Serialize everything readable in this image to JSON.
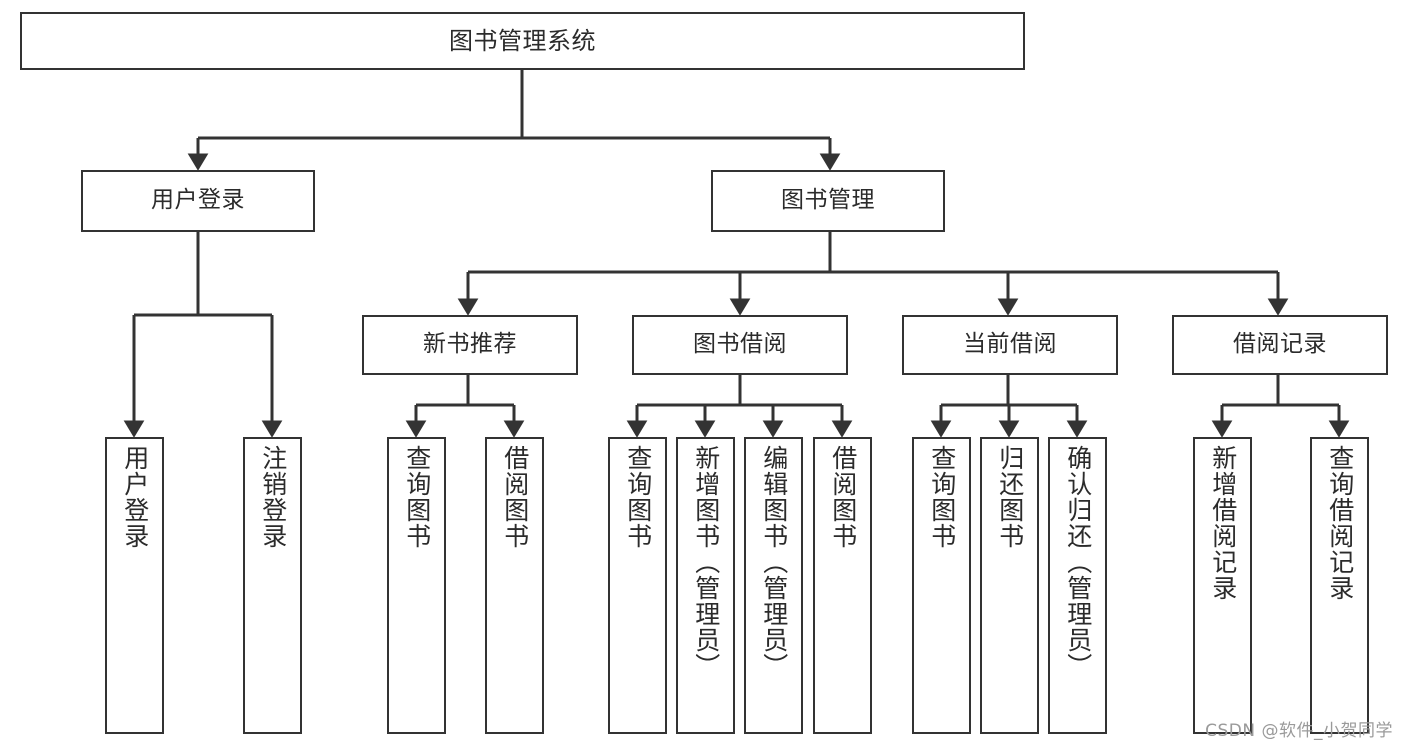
{
  "diagram": {
    "type": "hierarchy-tree",
    "title": "图书管理系统",
    "watermark": "CSDN @软件_小贺同学",
    "colors": {
      "box_border": "#333333",
      "box_fill": "#ffffff",
      "connector": "#333333",
      "text": "#2b2b2b",
      "watermark": "#9a9a9a",
      "background": "#ffffff"
    },
    "levels": {
      "level1": [
        "图书管理系统"
      ],
      "level2": [
        "用户登录",
        "图书管理"
      ],
      "level3": [
        "新书推荐",
        "图书借阅",
        "当前借阅",
        "借阅记录"
      ],
      "level4": [
        "用户登录",
        "注销登录",
        "查询图书",
        "借阅图书",
        "查询图书",
        "新增图书（管理员）",
        "编辑图书（管理员）",
        "借阅图书",
        "查询图书",
        "归还图书",
        "确认归还（管理员）",
        "新增借阅记录",
        "查询借阅记录"
      ]
    },
    "nodes": {
      "root": {
        "label": "图书管理系统"
      },
      "user_login": {
        "label": "用户登录"
      },
      "book_mgmt": {
        "label": "图书管理"
      },
      "new_book_rec": {
        "label": "新书推荐"
      },
      "book_borrow": {
        "label": "图书借阅"
      },
      "current_borrow": {
        "label": "当前借阅"
      },
      "borrow_record": {
        "label": "借阅记录"
      },
      "leaf_user_login": {
        "label": "用户登录"
      },
      "leaf_logout": {
        "label": "注销登录"
      },
      "leaf_query_book_a": {
        "label": "查询图书"
      },
      "leaf_borrow_book_a": {
        "label": "借阅图书"
      },
      "leaf_query_book_b": {
        "label": "查询图书"
      },
      "leaf_add_book": {
        "label": "新增图书（管理员）"
      },
      "leaf_edit_book": {
        "label": "编辑图书（管理员）"
      },
      "leaf_borrow_book_b": {
        "label": "借阅图书"
      },
      "leaf_query_book_c": {
        "label": "查询图书"
      },
      "leaf_return_book": {
        "label": "归还图书"
      },
      "leaf_confirm_return": {
        "label": "确认归还（管理员）"
      },
      "leaf_add_record": {
        "label": "新增借阅记录"
      },
      "leaf_query_record": {
        "label": "查询借阅记录"
      }
    }
  }
}
